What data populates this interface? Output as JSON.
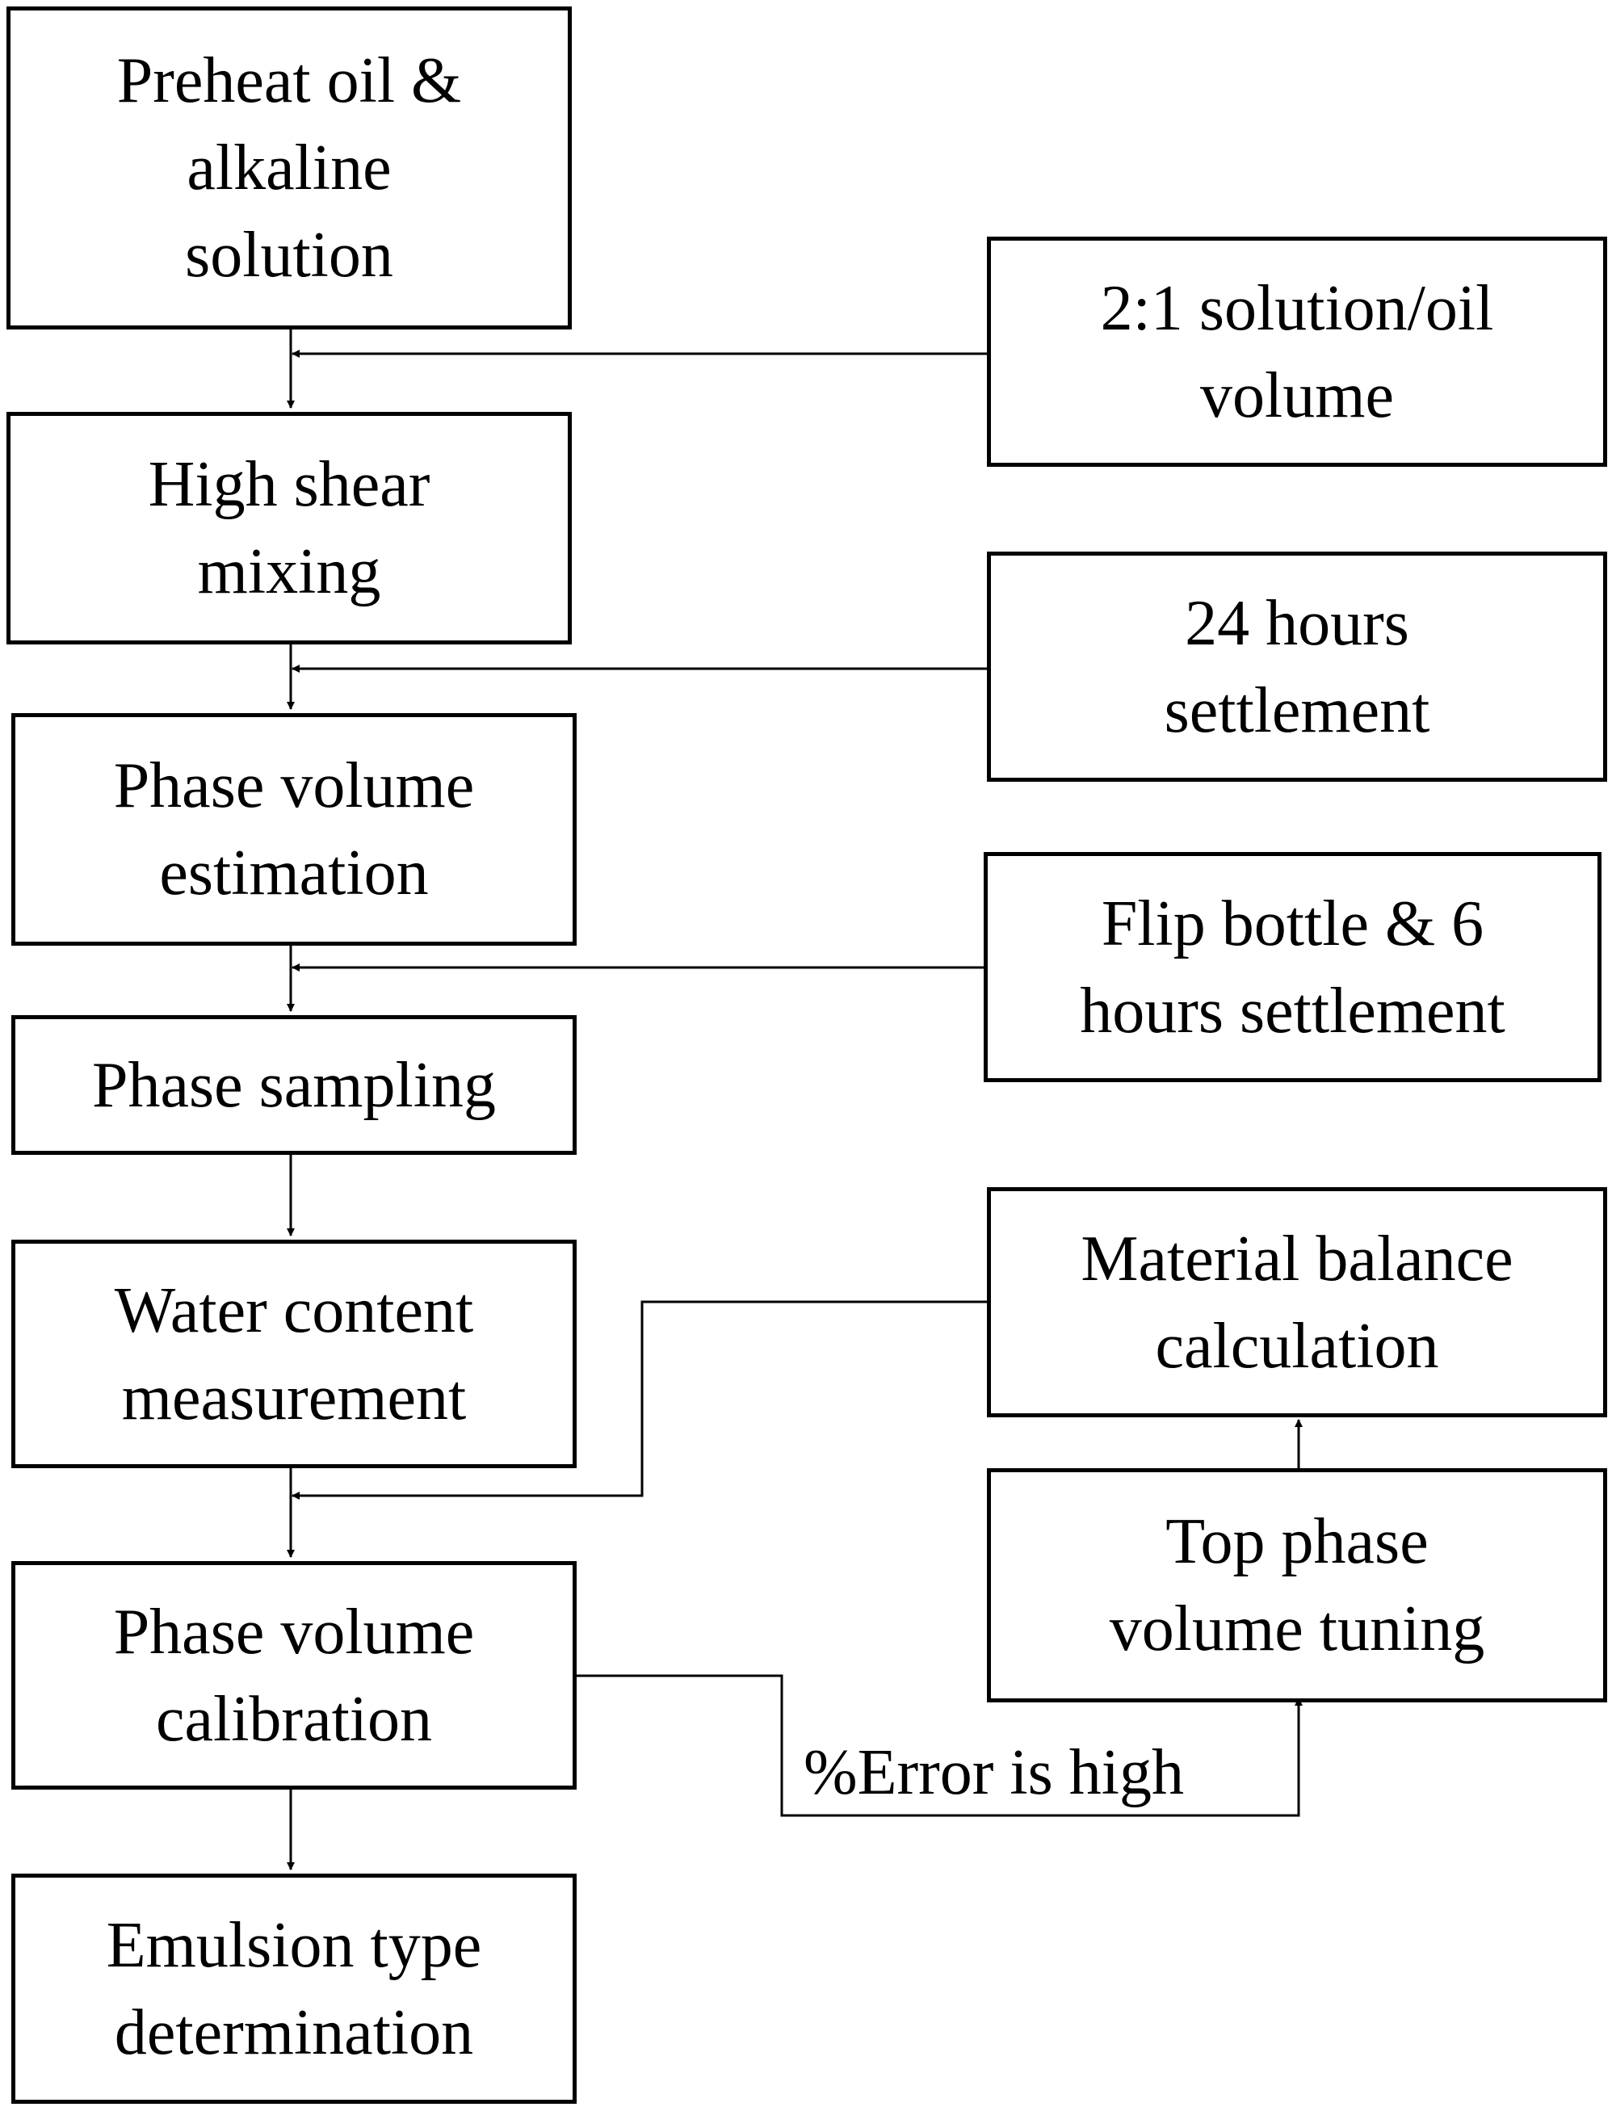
{
  "steps": {
    "preheat": "Preheat oil &\nalkaline\nsolution",
    "high_shear": "High shear\nmixing",
    "phase_volume_estimation": "Phase volume\nestimation",
    "phase_sampling": "Phase sampling",
    "water_content": "Water content\nmeasurement",
    "phase_volume_calibration": "Phase volume\ncalibration",
    "emulsion_type": "Emulsion type\ndetermination"
  },
  "inputs": {
    "solution_oil_ratio": "2:1 solution/oil\nvolume",
    "settlement_24h": "24 hours\nsettlement",
    "flip_bottle": "Flip bottle & 6\nhours settlement",
    "material_balance": "Material balance\ncalculation",
    "top_phase_tuning": "Top phase\nvolume tuning"
  },
  "edge_labels": {
    "error_high": "%Error is high"
  },
  "colors": {
    "line": "#000000",
    "background": "#ffffff"
  }
}
